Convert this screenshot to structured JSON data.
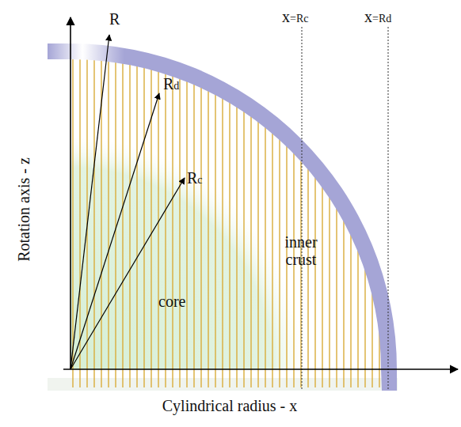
{
  "diagram": {
    "labels": [
      "R",
      "Rd",
      "Rc",
      "x=Rc",
      "x=Rd",
      "inner crust",
      "core",
      "Rotation axis - z",
      "Cylindrical radius - x"
    ]
  }
}
